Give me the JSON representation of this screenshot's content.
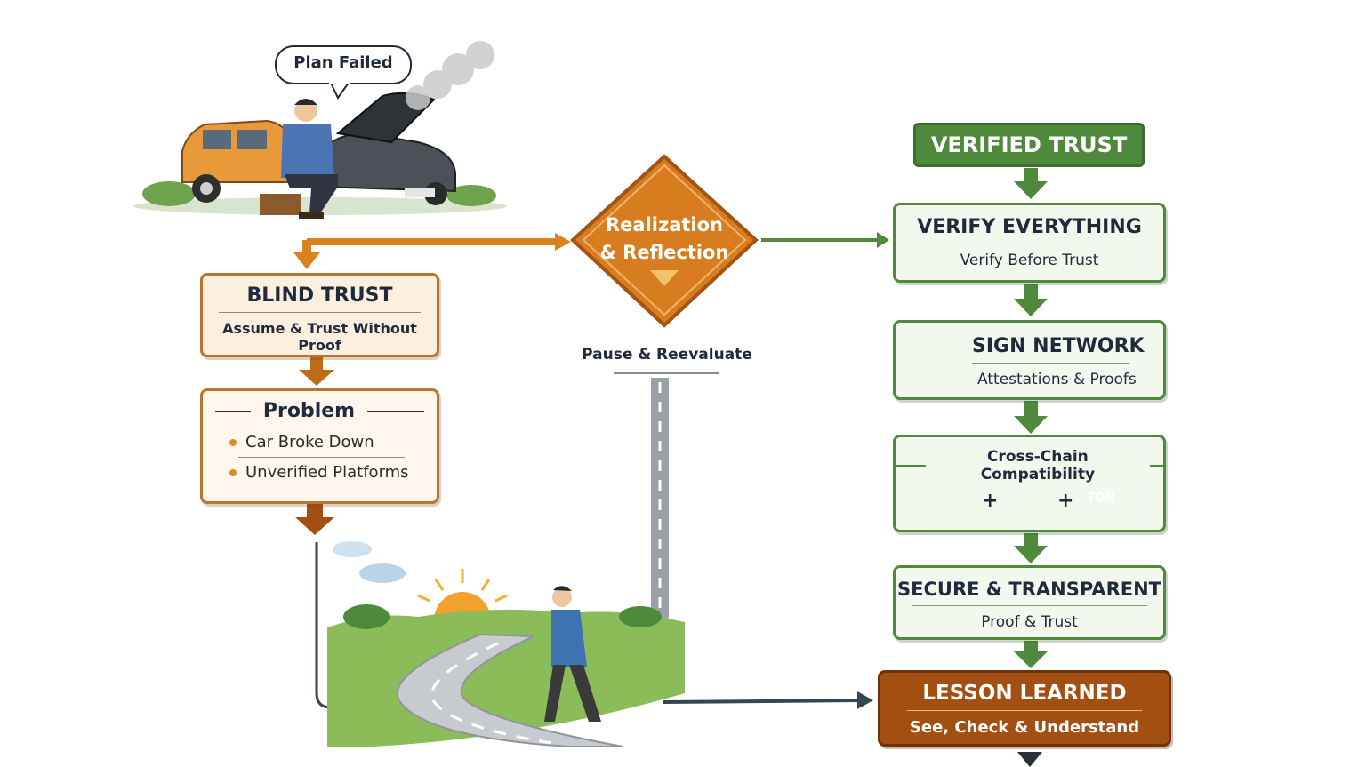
{
  "speech": {
    "text": "Plan Failed"
  },
  "blind_trust": {
    "title": "BLIND TRUST",
    "subtitle": "Assume & Trust Without Proof"
  },
  "problem": {
    "title": "Problem",
    "items": [
      "Car Broke Down",
      "Unverified Platforms"
    ]
  },
  "realization": {
    "line1": "Realization",
    "line2": "& Reflection",
    "caption": "Pause & Reevaluate"
  },
  "verified_trust": {
    "title": "VERIFIED TRUST"
  },
  "verify": {
    "title": "VERIFY EVERYTHING",
    "subtitle": "Verify Before Trust"
  },
  "sign": {
    "title": "SIGN NETWORK",
    "subtitle": "Attestations & Proofs"
  },
  "cross_chain": {
    "title": "Cross-Chain Compatibility",
    "plus1": "+",
    "plus2": "+",
    "ton_label": "TON"
  },
  "secure": {
    "title": "SECURE & TRANSPARENT",
    "subtitle": "Proof & Trust"
  },
  "lesson": {
    "title": "LESSON LEARNED",
    "subtitle": "See, Check & Understand"
  },
  "colors": {
    "orange": "#d9821e",
    "green": "#4f8a3c",
    "brown": "#a34f12",
    "navy": "#1f2a3a",
    "arrow_dark": "#34474f"
  }
}
